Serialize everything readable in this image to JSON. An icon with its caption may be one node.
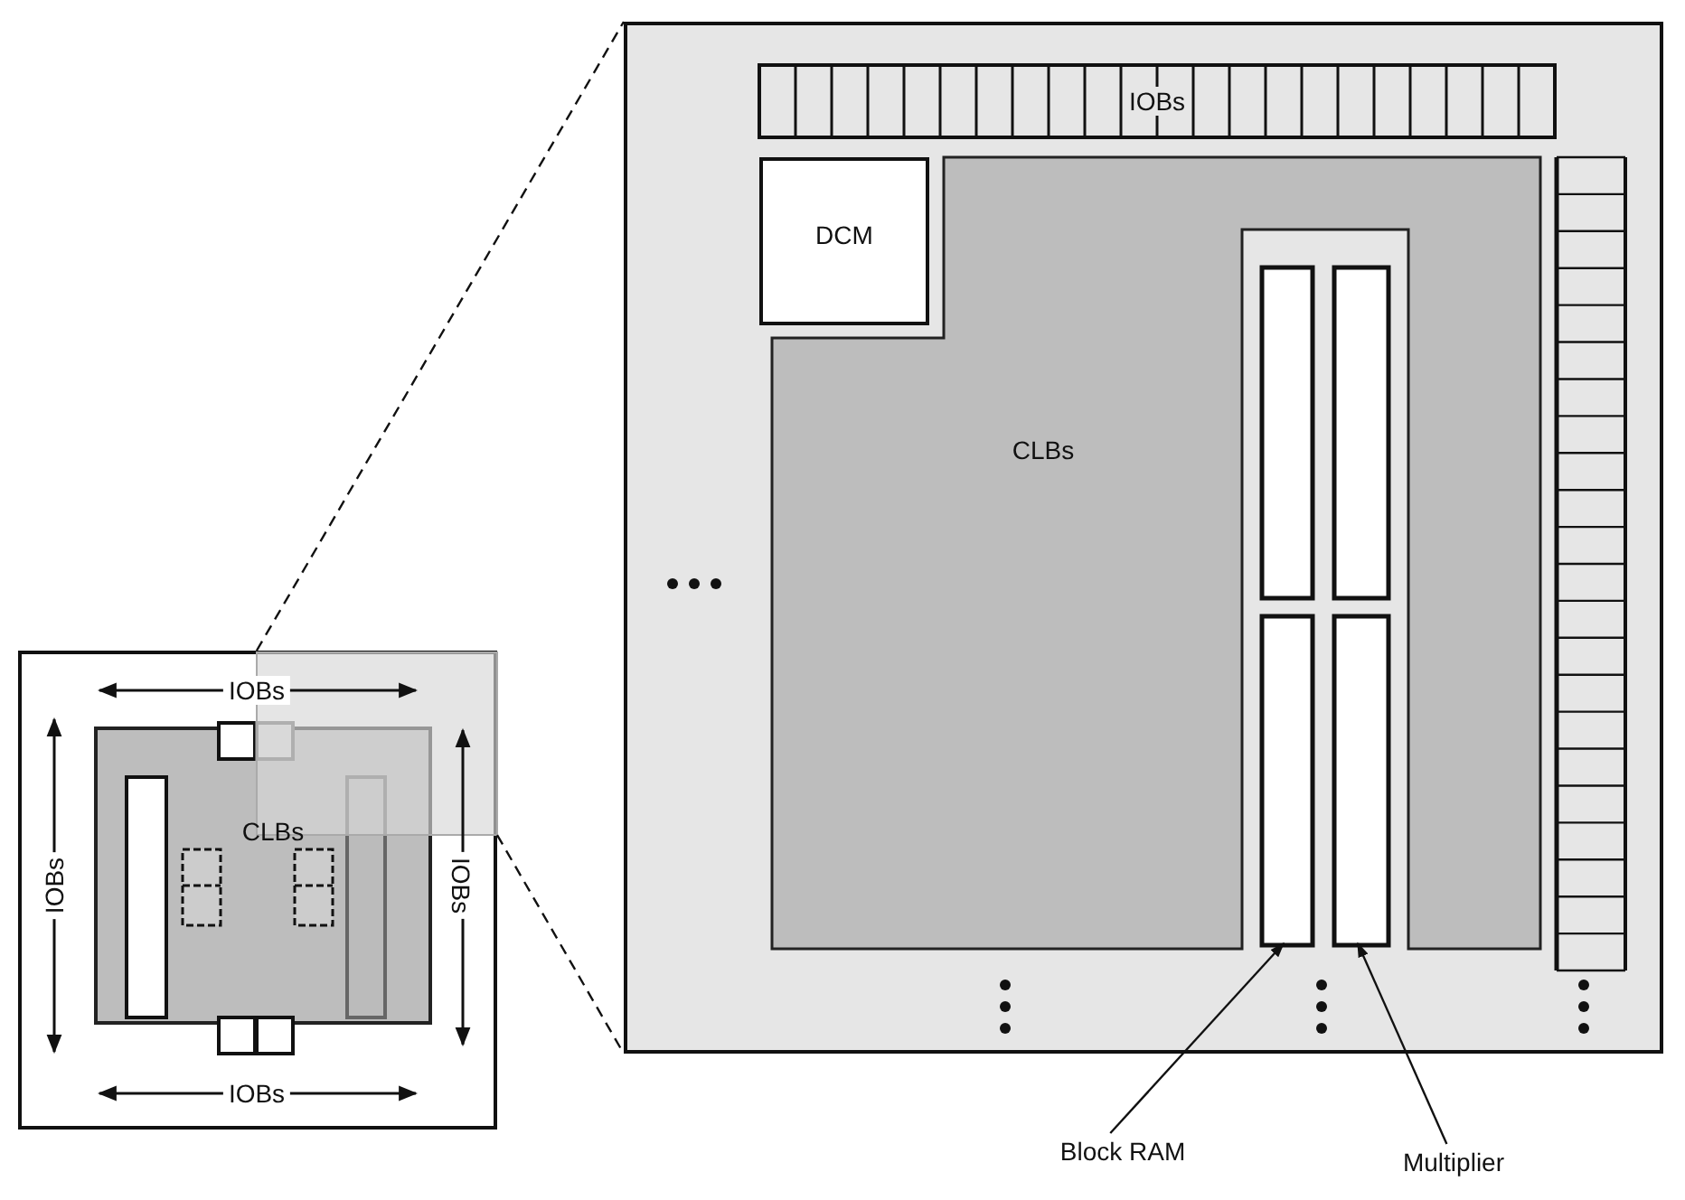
{
  "diagram": {
    "nodes": [
      {
        "text": [],
        "shape": "box"
      },
      {
        "text": [
          "CLBs"
        ],
        "in": 0
      },
      {
        "text": [],
        "shape": "box"
      },
      {
        "text": [
          "IOBs"
        ],
        "in": 2
      },
      {
        "text": [
          "DCM"
        ],
        "in": 2
      },
      {
        "text": [
          "CLBs"
        ],
        "in": 2
      },
      {
        "text": [],
        "shape": "bar",
        "in": 2
      },
      {
        "text": [],
        "shape": "bar",
        "in": 5
      },
      {
        "text": [],
        "shape": "bar",
        "in": 5
      },
      {
        "text": [],
        "shape": "bar",
        "in": 5
      },
      {
        "text": [],
        "shape": "bar",
        "in": 5
      },
      {
        "text": [
          "Block RAM"
        ]
      },
      {
        "text": [
          "Multiplier"
        ]
      }
    ],
    "edges": [
      {
        "from": 0,
        "to": 2,
        "arrow": "none",
        "style": "dashed"
      },
      {
        "from": 0,
        "to": 2,
        "arrow": "none",
        "style": "dashed"
      },
      {
        "from": 11,
        "to": 9,
        "arrow": "to"
      },
      {
        "from": 12,
        "to": 10,
        "arrow": "to"
      }
    ],
    "labels": [
      "IOBs",
      "IOBs",
      "IOBs",
      "IOBs"
    ]
  }
}
